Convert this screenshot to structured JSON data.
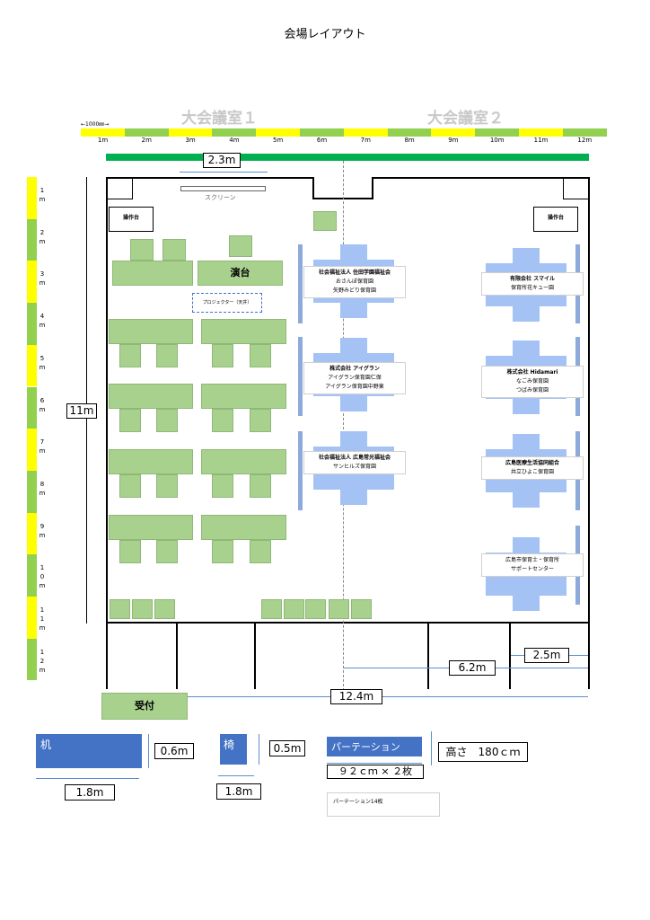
{
  "title": "会場レイアウト",
  "halls": [
    "大会議室１",
    "大会議室２"
  ],
  "scale_note": "←1000㎜→",
  "ruler_h": {
    "ticks": [
      "1m",
      "2m",
      "3m",
      "4m",
      "5m",
      "6m",
      "7m",
      "8m",
      "9m",
      "10m",
      "11m",
      "12m"
    ],
    "colors": [
      "#ffff00",
      "#92d050"
    ]
  },
  "ruler_v": {
    "ticks": [
      "1m",
      "2m",
      "3m",
      "4m",
      "5m",
      "6m",
      "7m",
      "8m",
      "9m",
      "10m",
      "11m",
      "12m"
    ]
  },
  "dims": {
    "screen_width": "2.3m",
    "room_height": "11m",
    "d25": "2.5m",
    "d62": "6.2m",
    "d124": "12.4m"
  },
  "labels": {
    "screen": "スクリーン",
    "ops_left": "操作台",
    "ops_right": "操作台",
    "stage": "演台",
    "projector": "プロジェクター（天井）",
    "reception": "受付"
  },
  "booths": [
    {
      "org": "社会福祉法人 住田学園福祉会",
      "lines": [
        "おさんぽ保育園",
        "矢野みどり保育園"
      ]
    },
    {
      "org": "株式会社 アイグラン",
      "lines": [
        "アイグラン保育園仁保",
        "アイグラン保育園中野東"
      ]
    },
    {
      "org": "社会福祉法人 広島常光福祉会",
      "lines": [
        "サンヒルズ保育園"
      ]
    },
    {
      "org": "有限会社 スマイル",
      "lines": [
        "保育所花キュー園"
      ]
    },
    {
      "org": "株式会社 Hidamari",
      "lines": [
        "なごみ保育園",
        "つばみ保育園"
      ]
    },
    {
      "org": "広島医療生活協同組合",
      "lines": [
        "共立ひよこ保育園"
      ]
    },
    {
      "org": "",
      "lines": [
        "広島市保育士・保育所",
        "サポートセンター"
      ]
    }
  ],
  "legend": {
    "desk_label": "机",
    "desk_h": "0.6m",
    "desk_w": "1.8m",
    "chair_label": "椅",
    "chair_h": "0.5m",
    "chair_w": "1.8m",
    "partition_label": "パーテーション",
    "partition_height": "高さ　180ｃｍ",
    "partition_size": "９２ｃｍ × ２枚",
    "partition_count": "パーテーション14枚"
  },
  "colors": {
    "green": "#a9d18e",
    "blue_dark": "#4472c4",
    "blue_light": "#a4c2f4",
    "dark_green": "#00b050"
  }
}
